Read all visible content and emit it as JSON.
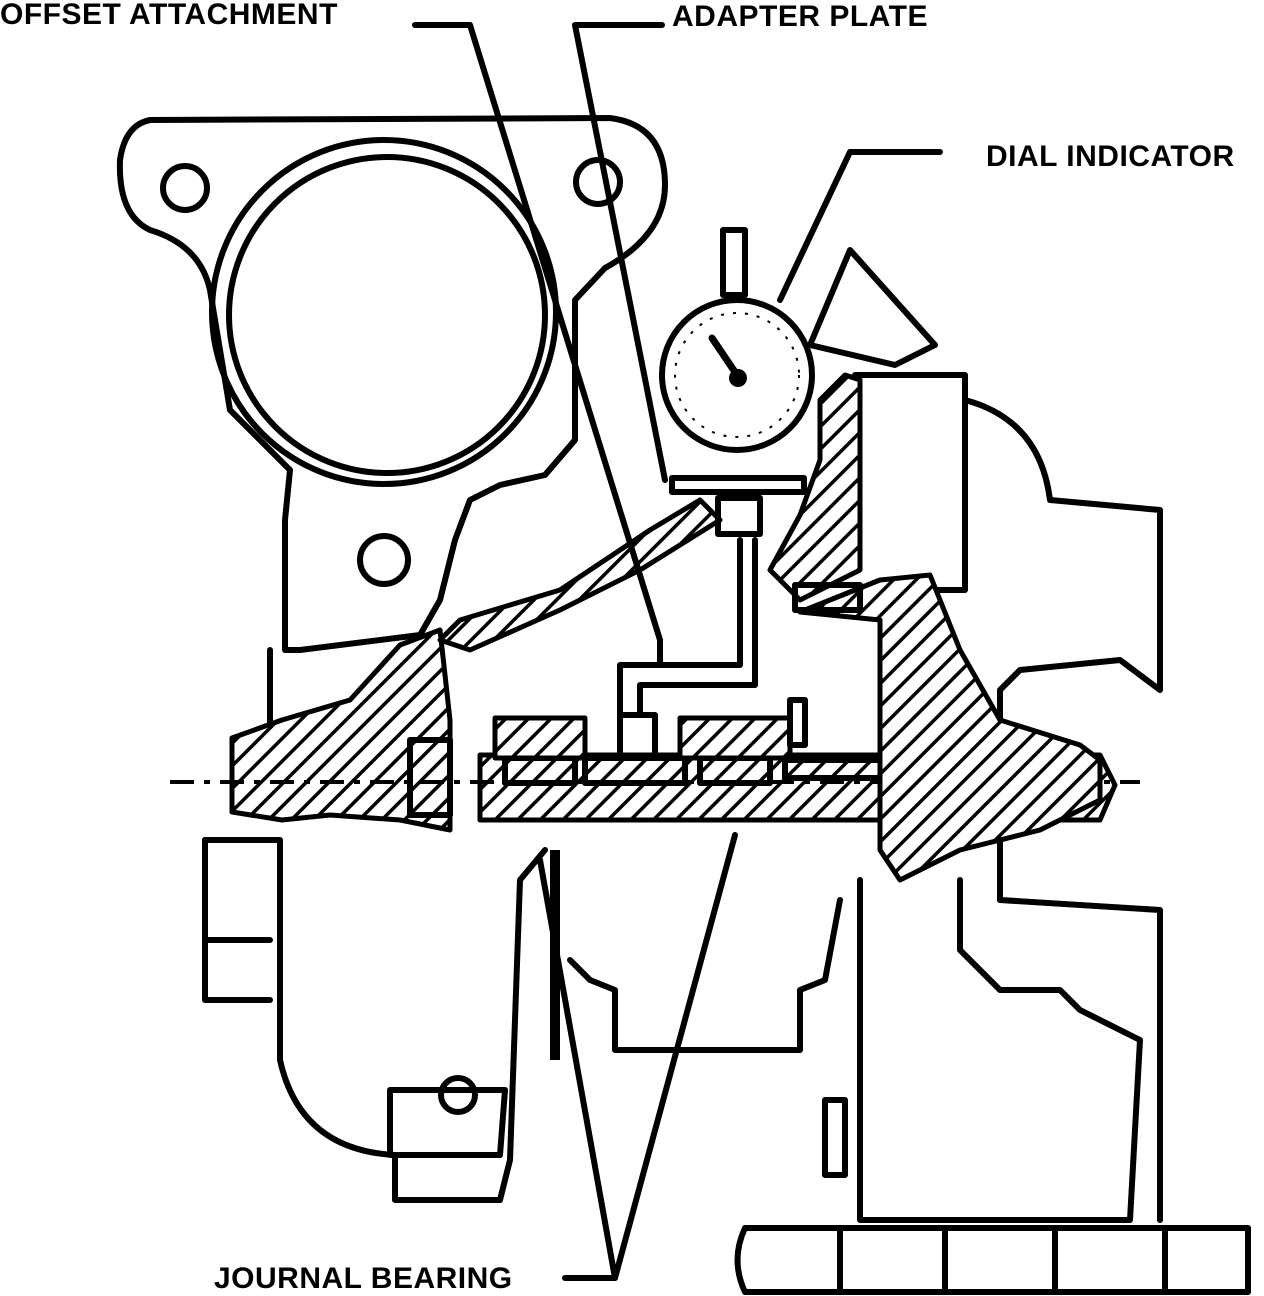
{
  "labels": {
    "offset_attachment": "OFFSET ATTACHMENT",
    "adapter_plate": "ADAPTER PLATE",
    "dial_indicator": "DIAL INDICATOR",
    "journal_bearing": "JOURNAL BEARING"
  },
  "colors": {
    "ink": "#000000",
    "paper": "#ffffff"
  }
}
